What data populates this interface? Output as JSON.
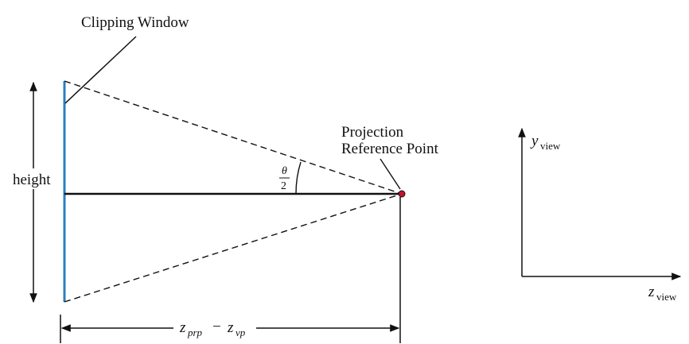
{
  "labels": {
    "clipping_window": "Clipping Window",
    "height": "height",
    "projection_line1": "Projection",
    "projection_line2": "Reference Point",
    "theta": "θ",
    "two": "2",
    "y_axis": "y",
    "y_axis_sub": "view",
    "z_axis": "z",
    "z_axis_sub": "view",
    "dist_z1": "z",
    "dist_sub1": "prp",
    "dist_minus": "−",
    "dist_z2": "z",
    "dist_sub2": "vp"
  },
  "colors": {
    "window": "#2a7fc0",
    "point": "#c8102e",
    "line": "#111111"
  }
}
